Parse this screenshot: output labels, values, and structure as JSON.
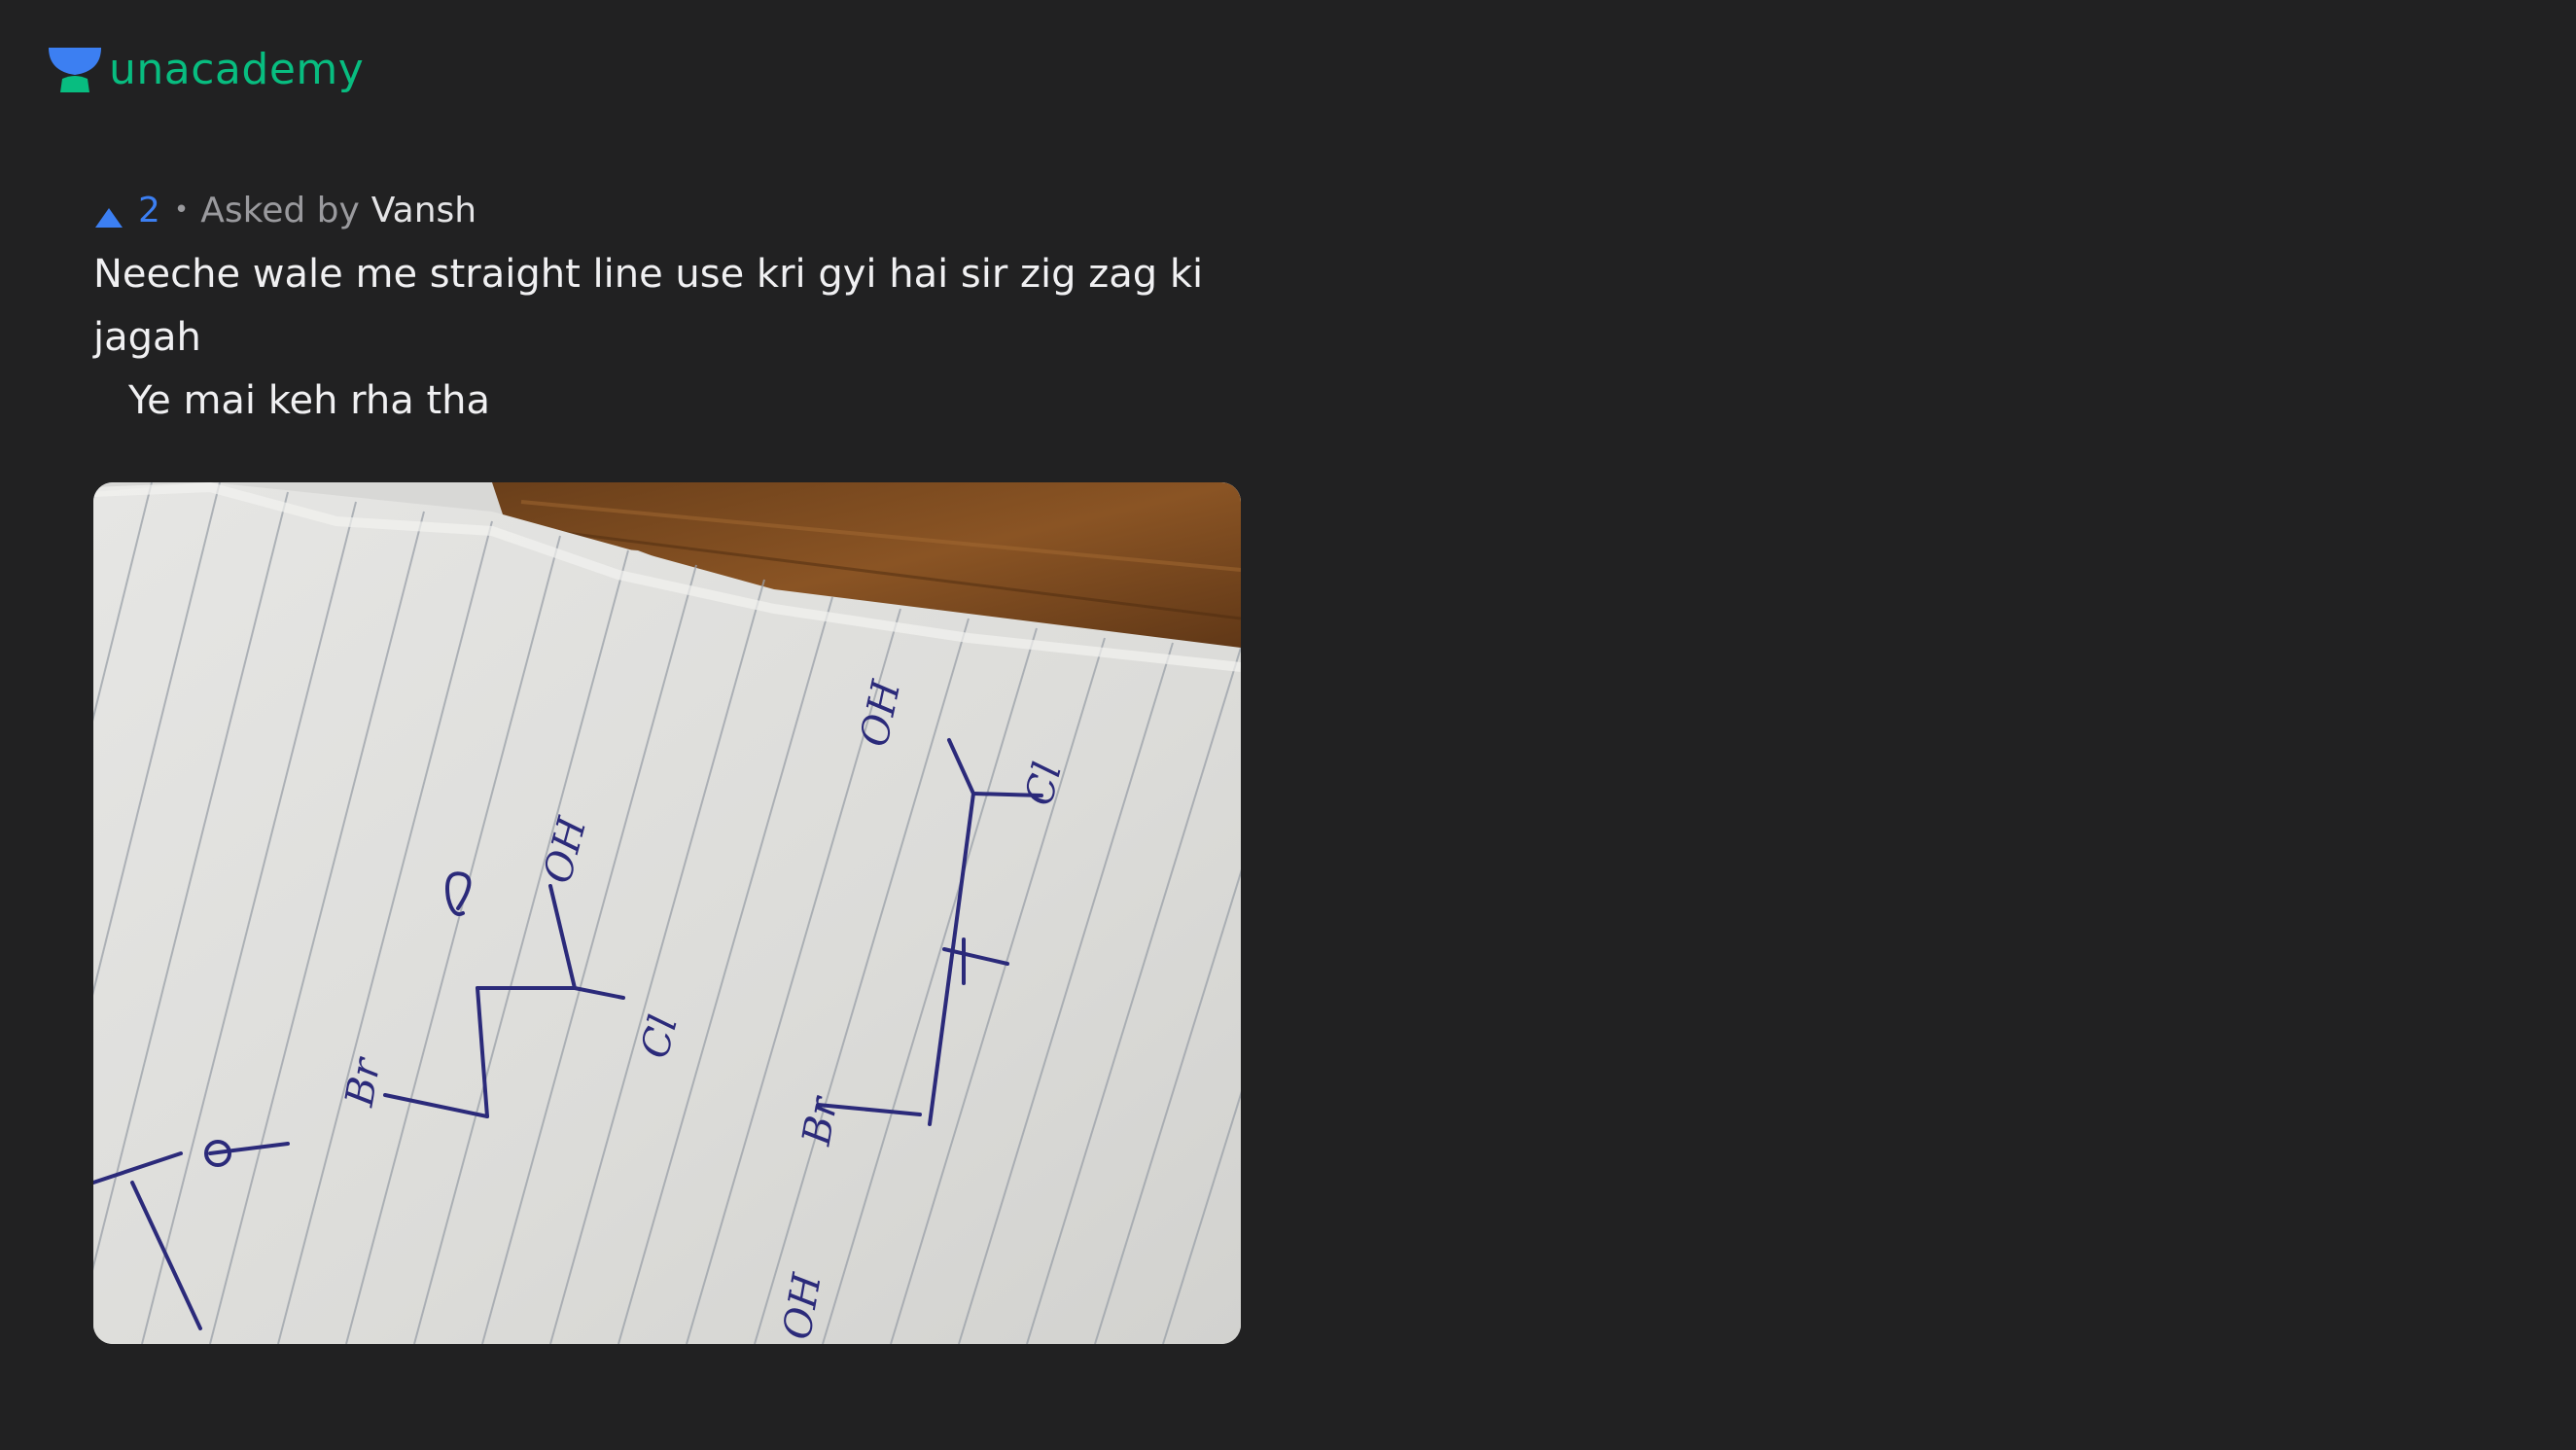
{
  "brand": {
    "name": "unacademy",
    "color": "#08bd80",
    "logo_icon": "unacademy-logo-icon"
  },
  "question": {
    "upvote_icon": "upvote-triangle-icon",
    "upvotes": "2",
    "separator": "•",
    "asked_by_label": "Asked by",
    "asker": "Vansh",
    "text_line1": "Neeche wale me straight line use kri gyi hai sir zig zag ki jagah",
    "text_line2": "Ye mai keh rha tha"
  },
  "attachment": {
    "kind": "photo of handwritten notebook page with chemical structures",
    "handwriting": {
      "oh_top": "OH",
      "cl_right": "Cl",
      "br_right": "Br",
      "oh_middle": "OH",
      "cl_middle": "Cl",
      "br_left": "Br",
      "oh_bottom": "OH",
      "o_left": "O"
    }
  },
  "colors": {
    "background": "#212122",
    "accent_blue": "#3c7ff2",
    "text_primary": "#f0f0f2",
    "text_muted": "#9a9a9e"
  }
}
